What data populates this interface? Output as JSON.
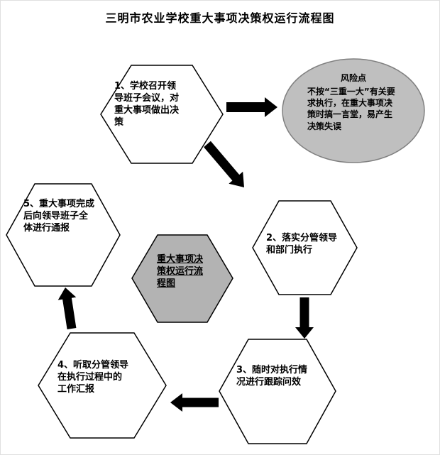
{
  "title": "三明市农业学校重大事项决策权运行流程图",
  "colors": {
    "node_fill": "#ffffff",
    "node_stroke": "#000000",
    "risk_fill": "#bfbfbf",
    "risk_stroke": "#808080",
    "center_fill": "#b3b3b3",
    "arrow": "#000000"
  },
  "nodes": {
    "step1": {
      "text": "1、学校召开领导班子会议，对重大事项做出决策"
    },
    "step2": {
      "text": "2、落实分管领导和部门执行"
    },
    "step3": {
      "text": "3、随时对执行情况进行跟踪问效"
    },
    "step4": {
      "text": "4、听取分管领导在执行过程中的工作汇报"
    },
    "step5": {
      "text": "5、重大事项完成后向领导班子全体进行通报"
    },
    "center": {
      "text": "重大事项决策权运行流程图"
    },
    "risk": {
      "title": "风险点",
      "body": "不按“三重一大”有关要求执行，在重大事项决策时搞一言堂，易产生决策失误"
    }
  }
}
